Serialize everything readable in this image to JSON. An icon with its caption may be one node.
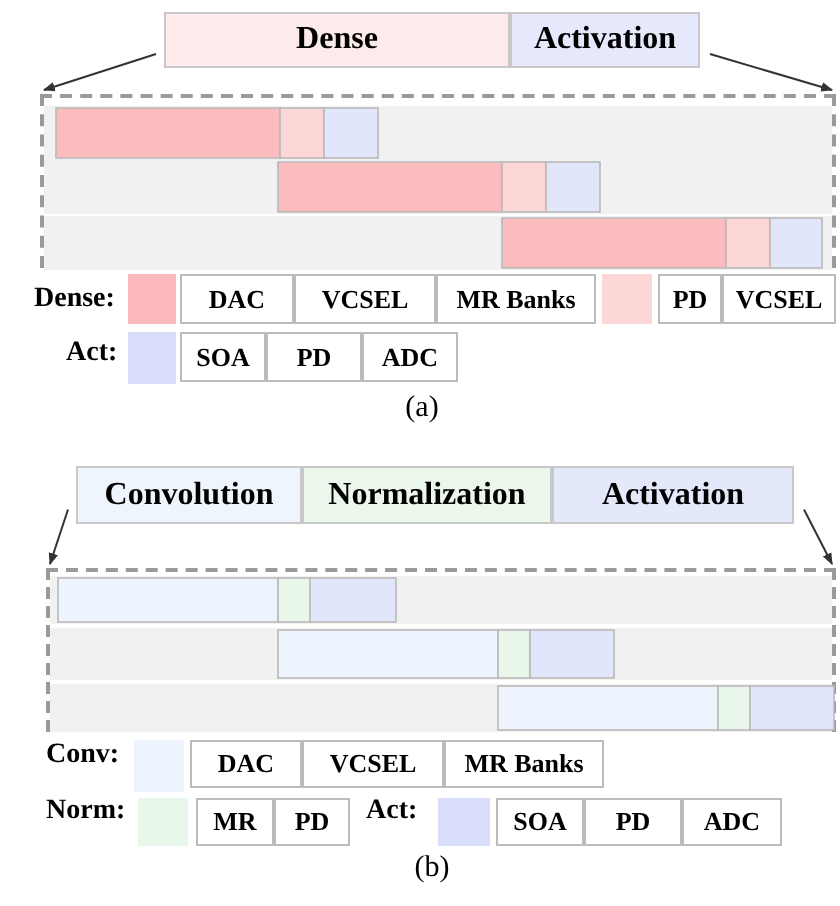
{
  "diagram": {
    "nodes": [
      {
        "text": [
          "Dense"
        ]
      },
      {
        "text": [
          "Activation"
        ]
      },
      {
        "text": [],
        "shape": "box"
      },
      {
        "text": [
          "Convolution"
        ]
      },
      {
        "text": [
          "Normalization"
        ]
      },
      {
        "text": [
          "Activation"
        ]
      },
      {
        "text": [],
        "shape": "box"
      }
    ],
    "edges": [
      {
        "from": 0,
        "to": 2,
        "arrow": "to"
      },
      {
        "from": 1,
        "to": 2,
        "arrow": "to"
      },
      {
        "from": 3,
        "to": 6,
        "arrow": "to"
      },
      {
        "from": 5,
        "to": 6,
        "arrow": "to"
      }
    ],
    "labels": [
      "DAC",
      "VCSEL",
      "MR Banks",
      "PD",
      "VCSEL",
      "SOA",
      "PD",
      "ADC",
      "(a)",
      "DAC",
      "VCSEL",
      "MR Banks",
      "MR",
      "PD",
      "SOA",
      "PD",
      "ADC",
      "(b)"
    ],
    "legend": [
      {
        "text": "Dense:",
        "color": "#fbb9bc"
      },
      {
        "text": "Act:",
        "color": "#d9defb"
      },
      {
        "text": "Conv:",
        "color": "#edf4fd"
      },
      {
        "text": "Norm:",
        "color": "#e8f7e9"
      },
      {
        "text": "Act:",
        "color": "#d9defb"
      }
    ]
  }
}
